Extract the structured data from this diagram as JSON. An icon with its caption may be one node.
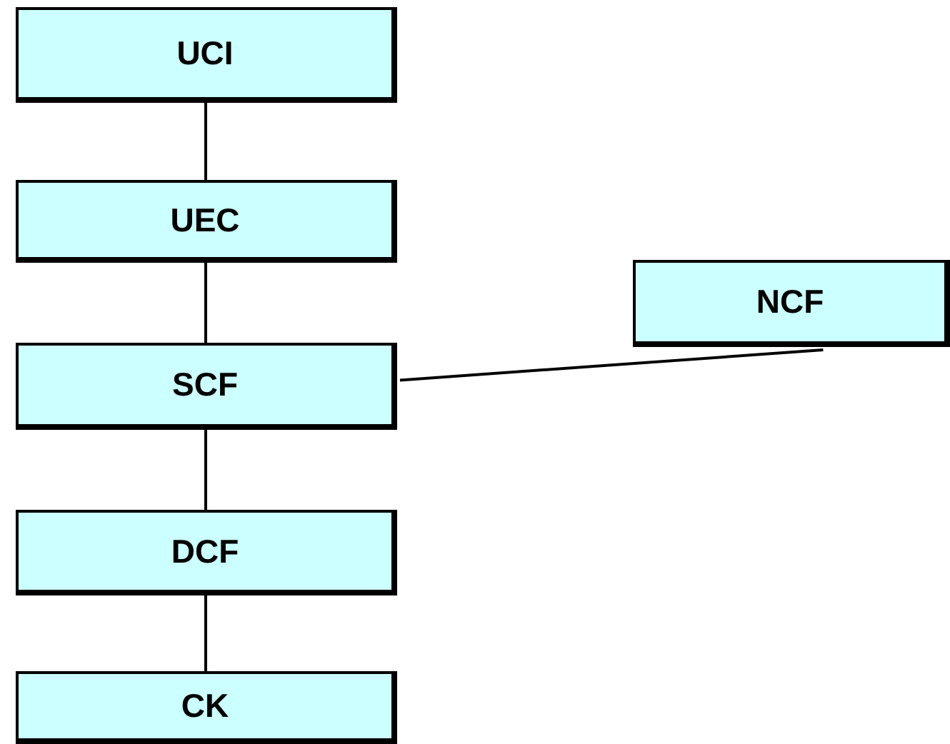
{
  "diagram": {
    "nodes": [
      {
        "text": [
          "UCI"
        ]
      },
      {
        "text": [
          "UEC"
        ]
      },
      {
        "text": [
          "SCF"
        ]
      },
      {
        "text": [
          "NCF"
        ]
      },
      {
        "text": [
          "DCF"
        ]
      },
      {
        "text": [
          "CK"
        ]
      }
    ],
    "edges": [
      {
        "from": 0,
        "to": 1,
        "arrow": "none"
      },
      {
        "from": 1,
        "to": 2,
        "arrow": "none"
      },
      {
        "from": 2,
        "to": 3,
        "arrow": "none"
      },
      {
        "from": 2,
        "to": 4,
        "arrow": "none"
      },
      {
        "from": 4,
        "to": 5,
        "arrow": "none"
      }
    ]
  }
}
